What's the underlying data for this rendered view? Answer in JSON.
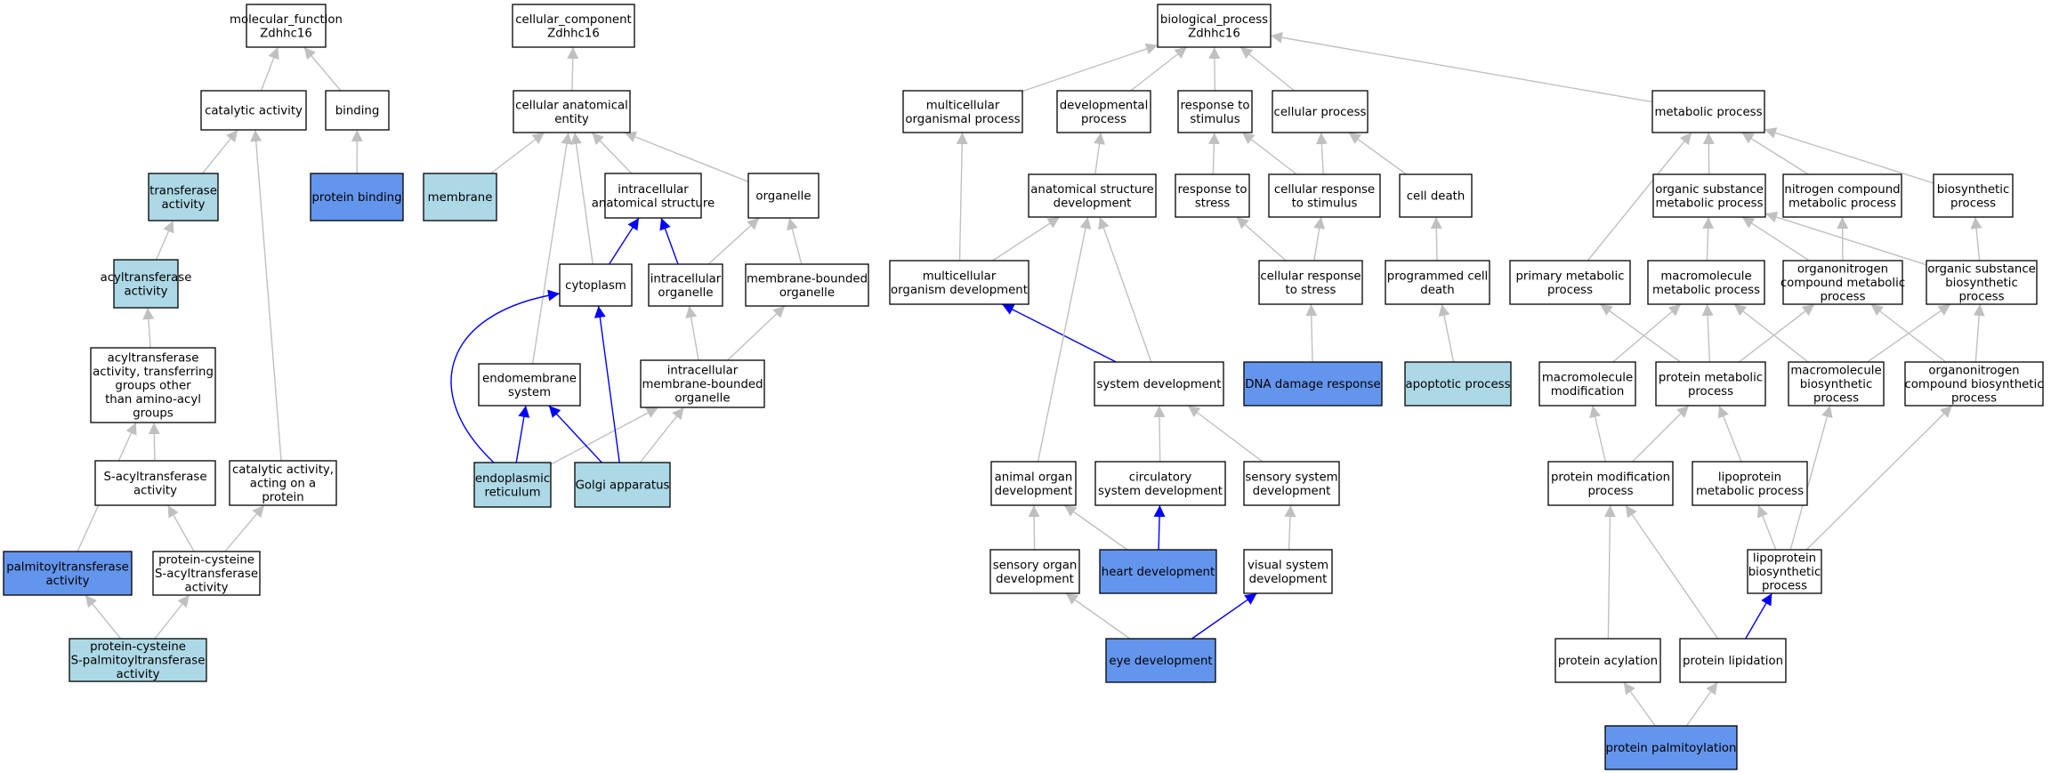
{
  "colors": {
    "plain": "#ffffff",
    "light": "#add8e6",
    "dark": "#6495ed",
    "edge_gray": "#c0c0c0",
    "edge_blue": "#0000ff"
  },
  "nodes": [
    {
      "id": "mf",
      "lines": [
        "molecular_function",
        "Zdhhc16"
      ],
      "fill": "plain"
    },
    {
      "id": "cat",
      "lines": [
        "catalytic activity"
      ],
      "fill": "plain"
    },
    {
      "id": "bind",
      "lines": [
        "binding"
      ],
      "fill": "plain"
    },
    {
      "id": "trans",
      "lines": [
        "transferase",
        "activity"
      ],
      "fill": "light"
    },
    {
      "id": "pb",
      "lines": [
        "protein binding"
      ],
      "fill": "dark"
    },
    {
      "id": "acyl",
      "lines": [
        "acyltransferase",
        "activity"
      ],
      "fill": "light"
    },
    {
      "id": "acyl2",
      "lines": [
        "acyltransferase",
        "activity, transferring",
        "groups other",
        "than amino-acyl",
        "groups"
      ],
      "fill": "plain"
    },
    {
      "id": "sacyl",
      "lines": [
        "S-acyltransferase",
        "activity"
      ],
      "fill": "plain"
    },
    {
      "id": "catprot",
      "lines": [
        "catalytic activity,",
        "acting on a",
        "protein"
      ],
      "fill": "plain"
    },
    {
      "id": "palm",
      "lines": [
        "palmitoyltransferase",
        "activity"
      ],
      "fill": "dark"
    },
    {
      "id": "pcsacyl",
      "lines": [
        "protein-cysteine",
        "S-acyltransferase",
        "activity"
      ],
      "fill": "plain"
    },
    {
      "id": "pcspalm",
      "lines": [
        "protein-cysteine",
        "S-palmitoyltransferase",
        "activity"
      ],
      "fill": "light"
    },
    {
      "id": "cc",
      "lines": [
        "cellular_component",
        "Zdhhc16"
      ],
      "fill": "plain"
    },
    {
      "id": "cae",
      "lines": [
        "cellular anatomical",
        "entity"
      ],
      "fill": "plain"
    },
    {
      "id": "membrane",
      "lines": [
        "membrane"
      ],
      "fill": "light"
    },
    {
      "id": "ias",
      "lines": [
        "intracellular",
        "anatomical structure"
      ],
      "fill": "plain"
    },
    {
      "id": "organelle",
      "lines": [
        "organelle"
      ],
      "fill": "plain"
    },
    {
      "id": "cytoplasm",
      "lines": [
        "cytoplasm"
      ],
      "fill": "plain"
    },
    {
      "id": "io",
      "lines": [
        "intracellular",
        "organelle"
      ],
      "fill": "plain"
    },
    {
      "id": "mbo",
      "lines": [
        "membrane-bounded",
        "organelle"
      ],
      "fill": "plain"
    },
    {
      "id": "endo",
      "lines": [
        "endomembrane",
        "system"
      ],
      "fill": "plain"
    },
    {
      "id": "imbo",
      "lines": [
        "intracellular",
        "membrane-bounded",
        "organelle"
      ],
      "fill": "plain"
    },
    {
      "id": "er",
      "lines": [
        "endoplasmic",
        "reticulum"
      ],
      "fill": "light"
    },
    {
      "id": "golgi",
      "lines": [
        "Golgi apparatus"
      ],
      "fill": "light"
    },
    {
      "id": "bp",
      "lines": [
        "biological_process",
        "Zdhhc16"
      ],
      "fill": "plain"
    },
    {
      "id": "mop",
      "lines": [
        "multicellular",
        "organismal process"
      ],
      "fill": "plain"
    },
    {
      "id": "dev",
      "lines": [
        "developmental",
        "process"
      ],
      "fill": "plain"
    },
    {
      "id": "rts",
      "lines": [
        "response to",
        "stimulus"
      ],
      "fill": "plain"
    },
    {
      "id": "cellp",
      "lines": [
        "cellular process"
      ],
      "fill": "plain"
    },
    {
      "id": "metab",
      "lines": [
        "metabolic process"
      ],
      "fill": "plain"
    },
    {
      "id": "asd",
      "lines": [
        "anatomical structure",
        "development"
      ],
      "fill": "plain"
    },
    {
      "id": "rstress",
      "lines": [
        "response to",
        "stress"
      ],
      "fill": "plain"
    },
    {
      "id": "crs",
      "lines": [
        "cellular response",
        "to stimulus"
      ],
      "fill": "plain"
    },
    {
      "id": "celldeath",
      "lines": [
        "cell death"
      ],
      "fill": "plain"
    },
    {
      "id": "osm",
      "lines": [
        "organic substance",
        "metabolic process"
      ],
      "fill": "plain"
    },
    {
      "id": "ncm",
      "lines": [
        "nitrogen compound",
        "metabolic process"
      ],
      "fill": "plain"
    },
    {
      "id": "bios",
      "lines": [
        "biosynthetic",
        "process"
      ],
      "fill": "plain"
    },
    {
      "id": "mod",
      "lines": [
        "multicellular",
        "organism development"
      ],
      "fill": "plain"
    },
    {
      "id": "crstress",
      "lines": [
        "cellular response",
        "to stress"
      ],
      "fill": "plain"
    },
    {
      "id": "pcd",
      "lines": [
        "programmed cell",
        "death"
      ],
      "fill": "plain"
    },
    {
      "id": "pmp",
      "lines": [
        "primary metabolic",
        "process"
      ],
      "fill": "plain"
    },
    {
      "id": "mmp",
      "lines": [
        "macromolecule",
        "metabolic process"
      ],
      "fill": "plain"
    },
    {
      "id": "ocmp",
      "lines": [
        "organonitrogen",
        "compound metabolic",
        "process"
      ],
      "fill": "plain"
    },
    {
      "id": "osbp",
      "lines": [
        "organic substance",
        "biosynthetic",
        "process"
      ],
      "fill": "plain"
    },
    {
      "id": "sysdev",
      "lines": [
        "system development"
      ],
      "fill": "plain"
    },
    {
      "id": "dna",
      "lines": [
        "DNA damage response"
      ],
      "fill": "dark"
    },
    {
      "id": "apop",
      "lines": [
        "apoptotic process"
      ],
      "fill": "light"
    },
    {
      "id": "mmod",
      "lines": [
        "macromolecule",
        "modification"
      ],
      "fill": "plain"
    },
    {
      "id": "protmp",
      "lines": [
        "protein metabolic",
        "process"
      ],
      "fill": "plain"
    },
    {
      "id": "mbp",
      "lines": [
        "macromolecule",
        "biosynthetic",
        "process"
      ],
      "fill": "plain"
    },
    {
      "id": "ocbp",
      "lines": [
        "organonitrogen",
        "compound biosynthetic",
        "process"
      ],
      "fill": "plain"
    },
    {
      "id": "aod",
      "lines": [
        "animal organ",
        "development"
      ],
      "fill": "plain"
    },
    {
      "id": "csd",
      "lines": [
        "circulatory",
        "system development"
      ],
      "fill": "plain"
    },
    {
      "id": "ssd",
      "lines": [
        "sensory system",
        "development"
      ],
      "fill": "plain"
    },
    {
      "id": "pmodp",
      "lines": [
        "protein modification",
        "process"
      ],
      "fill": "plain"
    },
    {
      "id": "lmp",
      "lines": [
        "lipoprotein",
        "metabolic process"
      ],
      "fill": "plain"
    },
    {
      "id": "sod",
      "lines": [
        "sensory organ",
        "development"
      ],
      "fill": "plain"
    },
    {
      "id": "heart",
      "lines": [
        "heart development"
      ],
      "fill": "dark"
    },
    {
      "id": "vsd",
      "lines": [
        "visual system",
        "development"
      ],
      "fill": "plain"
    },
    {
      "id": "lbp",
      "lines": [
        "lipoprotein",
        "biosynthetic",
        "process"
      ],
      "fill": "plain"
    },
    {
      "id": "eye",
      "lines": [
        "eye development"
      ],
      "fill": "dark"
    },
    {
      "id": "pacyl",
      "lines": [
        "protein acylation"
      ],
      "fill": "plain"
    },
    {
      "id": "plipid",
      "lines": [
        "protein lipidation"
      ],
      "fill": "plain"
    },
    {
      "id": "ppalm",
      "lines": [
        "protein palmitoylation"
      ],
      "fill": "dark"
    }
  ],
  "edges": [
    {
      "from": "cat",
      "to": "mf",
      "color": "gray"
    },
    {
      "from": "bind",
      "to": "mf",
      "color": "gray"
    },
    {
      "from": "trans",
      "to": "cat",
      "color": "gray"
    },
    {
      "from": "pb",
      "to": "bind",
      "color": "gray"
    },
    {
      "from": "acyl",
      "to": "trans",
      "color": "gray"
    },
    {
      "from": "acyl2",
      "to": "acyl",
      "color": "gray"
    },
    {
      "from": "sacyl",
      "to": "acyl2",
      "color": "gray"
    },
    {
      "from": "catprot",
      "to": "cat",
      "color": "gray"
    },
    {
      "from": "palm",
      "to": "acyl2",
      "color": "gray"
    },
    {
      "from": "pcsacyl",
      "to": "sacyl",
      "color": "gray"
    },
    {
      "from": "pcsacyl",
      "to": "catprot",
      "color": "gray"
    },
    {
      "from": "pcspalm",
      "to": "palm",
      "color": "gray"
    },
    {
      "from": "pcspalm",
      "to": "pcsacyl",
      "color": "gray"
    },
    {
      "from": "cae",
      "to": "cc",
      "color": "gray"
    },
    {
      "from": "membrane",
      "to": "cae",
      "color": "gray"
    },
    {
      "from": "ias",
      "to": "cae",
      "color": "gray"
    },
    {
      "from": "organelle",
      "to": "cae",
      "color": "gray"
    },
    {
      "from": "cytoplasm",
      "to": "cae",
      "color": "gray"
    },
    {
      "from": "endo",
      "to": "cae",
      "color": "gray"
    },
    {
      "from": "cytoplasm",
      "to": "ias",
      "color": "blue"
    },
    {
      "from": "io",
      "to": "ias",
      "color": "blue"
    },
    {
      "from": "io",
      "to": "organelle",
      "color": "gray"
    },
    {
      "from": "mbo",
      "to": "organelle",
      "color": "gray"
    },
    {
      "from": "imbo",
      "to": "io",
      "color": "gray"
    },
    {
      "from": "imbo",
      "to": "mbo",
      "color": "gray"
    },
    {
      "from": "er",
      "to": "cytoplasm",
      "color": "blue"
    },
    {
      "from": "er",
      "to": "endo",
      "color": "blue"
    },
    {
      "from": "er",
      "to": "imbo",
      "color": "gray"
    },
    {
      "from": "golgi",
      "to": "cytoplasm",
      "color": "blue"
    },
    {
      "from": "golgi",
      "to": "endo",
      "color": "blue"
    },
    {
      "from": "golgi",
      "to": "imbo",
      "color": "gray"
    },
    {
      "from": "mop",
      "to": "bp",
      "color": "gray"
    },
    {
      "from": "dev",
      "to": "bp",
      "color": "gray"
    },
    {
      "from": "rts",
      "to": "bp",
      "color": "gray"
    },
    {
      "from": "cellp",
      "to": "bp",
      "color": "gray"
    },
    {
      "from": "metab",
      "to": "bp",
      "color": "gray"
    },
    {
      "from": "asd",
      "to": "dev",
      "color": "gray"
    },
    {
      "from": "rstress",
      "to": "rts",
      "color": "gray"
    },
    {
      "from": "crs",
      "to": "rts",
      "color": "gray"
    },
    {
      "from": "crs",
      "to": "cellp",
      "color": "gray"
    },
    {
      "from": "celldeath",
      "to": "cellp",
      "color": "gray"
    },
    {
      "from": "osm",
      "to": "metab",
      "color": "gray"
    },
    {
      "from": "ncm",
      "to": "metab",
      "color": "gray"
    },
    {
      "from": "bios",
      "to": "metab",
      "color": "gray"
    },
    {
      "from": "pmp",
      "to": "metab",
      "color": "gray"
    },
    {
      "from": "mod",
      "to": "mop",
      "color": "gray"
    },
    {
      "from": "mod",
      "to": "asd",
      "color": "gray"
    },
    {
      "from": "crstress",
      "to": "rstress",
      "color": "gray"
    },
    {
      "from": "crstress",
      "to": "crs",
      "color": "gray"
    },
    {
      "from": "pcd",
      "to": "celldeath",
      "color": "gray"
    },
    {
      "from": "mmp",
      "to": "osm",
      "color": "gray"
    },
    {
      "from": "ocmp",
      "to": "osm",
      "color": "gray"
    },
    {
      "from": "ocmp",
      "to": "ncm",
      "color": "gray"
    },
    {
      "from": "osbp",
      "to": "osm",
      "color": "gray"
    },
    {
      "from": "osbp",
      "to": "bios",
      "color": "gray"
    },
    {
      "from": "sysdev",
      "to": "mod",
      "color": "blue"
    },
    {
      "from": "sysdev",
      "to": "asd",
      "color": "gray"
    },
    {
      "from": "dna",
      "to": "crstress",
      "color": "gray"
    },
    {
      "from": "apop",
      "to": "pcd",
      "color": "gray"
    },
    {
      "from": "mmod",
      "to": "mmp",
      "color": "gray"
    },
    {
      "from": "protmp",
      "to": "pmp",
      "color": "gray"
    },
    {
      "from": "protmp",
      "to": "mmp",
      "color": "gray"
    },
    {
      "from": "protmp",
      "to": "ocmp",
      "color": "gray"
    },
    {
      "from": "mbp",
      "to": "mmp",
      "color": "gray"
    },
    {
      "from": "mbp",
      "to": "osbp",
      "color": "gray"
    },
    {
      "from": "ocbp",
      "to": "ocmp",
      "color": "gray"
    },
    {
      "from": "ocbp",
      "to": "osbp",
      "color": "gray"
    },
    {
      "from": "aod",
      "to": "asd",
      "color": "gray"
    },
    {
      "from": "csd",
      "to": "sysdev",
      "color": "gray"
    },
    {
      "from": "ssd",
      "to": "sysdev",
      "color": "gray"
    },
    {
      "from": "pmodp",
      "to": "mmod",
      "color": "gray"
    },
    {
      "from": "pmodp",
      "to": "protmp",
      "color": "gray"
    },
    {
      "from": "lmp",
      "to": "protmp",
      "color": "gray"
    },
    {
      "from": "sod",
      "to": "aod",
      "color": "gray"
    },
    {
      "from": "heart",
      "to": "aod",
      "color": "gray"
    },
    {
      "from": "heart",
      "to": "csd",
      "color": "blue"
    },
    {
      "from": "vsd",
      "to": "ssd",
      "color": "gray"
    },
    {
      "from": "lbp",
      "to": "lmp",
      "color": "gray"
    },
    {
      "from": "lbp",
      "to": "mbp",
      "color": "gray"
    },
    {
      "from": "lbp",
      "to": "ocbp",
      "color": "gray"
    },
    {
      "from": "eye",
      "to": "sod",
      "color": "gray"
    },
    {
      "from": "eye",
      "to": "vsd",
      "color": "blue"
    },
    {
      "from": "pacyl",
      "to": "pmodp",
      "color": "gray"
    },
    {
      "from": "plipid",
      "to": "pmodp",
      "color": "gray"
    },
    {
      "from": "plipid",
      "to": "lbp",
      "color": "blue"
    },
    {
      "from": "ppalm",
      "to": "pacyl",
      "color": "gray"
    },
    {
      "from": "ppalm",
      "to": "plipid",
      "color": "gray"
    }
  ]
}
